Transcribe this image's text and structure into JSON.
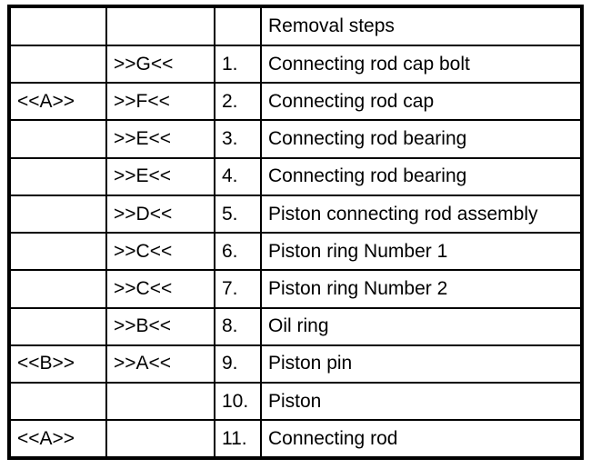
{
  "table": {
    "title_cell": "Removal steps",
    "columns": [
      {
        "key": "group_outer",
        "header": ""
      },
      {
        "key": "group_inner",
        "header": ""
      },
      {
        "key": "step_number",
        "header": ""
      },
      {
        "key": "description",
        "header": "Removal steps"
      }
    ],
    "rows": [
      {
        "group_outer": "",
        "group_inner": ">>G<<",
        "step_number": "1.",
        "description": "Connecting rod cap bolt"
      },
      {
        "group_outer": "<<A>>",
        "group_inner": ">>F<<",
        "step_number": "2.",
        "description": "Connecting rod cap"
      },
      {
        "group_outer": "",
        "group_inner": ">>E<<",
        "step_number": "3.",
        "description": "Connecting rod bearing"
      },
      {
        "group_outer": "",
        "group_inner": ">>E<<",
        "step_number": "4.",
        "description": "Connecting rod bearing"
      },
      {
        "group_outer": "",
        "group_inner": ">>D<<",
        "step_number": "5.",
        "description": "Piston connecting rod assembly"
      },
      {
        "group_outer": "",
        "group_inner": ">>C<<",
        "step_number": "6.",
        "description": "Piston ring Number 1"
      },
      {
        "group_outer": "",
        "group_inner": ">>C<<",
        "step_number": "7.",
        "description": "Piston ring Number 2"
      },
      {
        "group_outer": "",
        "group_inner": ">>B<<",
        "step_number": "8.",
        "description": "Oil ring"
      },
      {
        "group_outer": "<<B>>",
        "group_inner": ">>A<<",
        "step_number": "9.",
        "description": "Piston pin"
      },
      {
        "group_outer": "",
        "group_inner": "",
        "step_number": "10.",
        "description": "Piston"
      },
      {
        "group_outer": "<<A>>",
        "group_inner": "",
        "step_number": "11.",
        "description": "Connecting rod"
      }
    ]
  },
  "colors": {
    "border": "#000000",
    "background": "#ffffff",
    "text": "#000000"
  }
}
